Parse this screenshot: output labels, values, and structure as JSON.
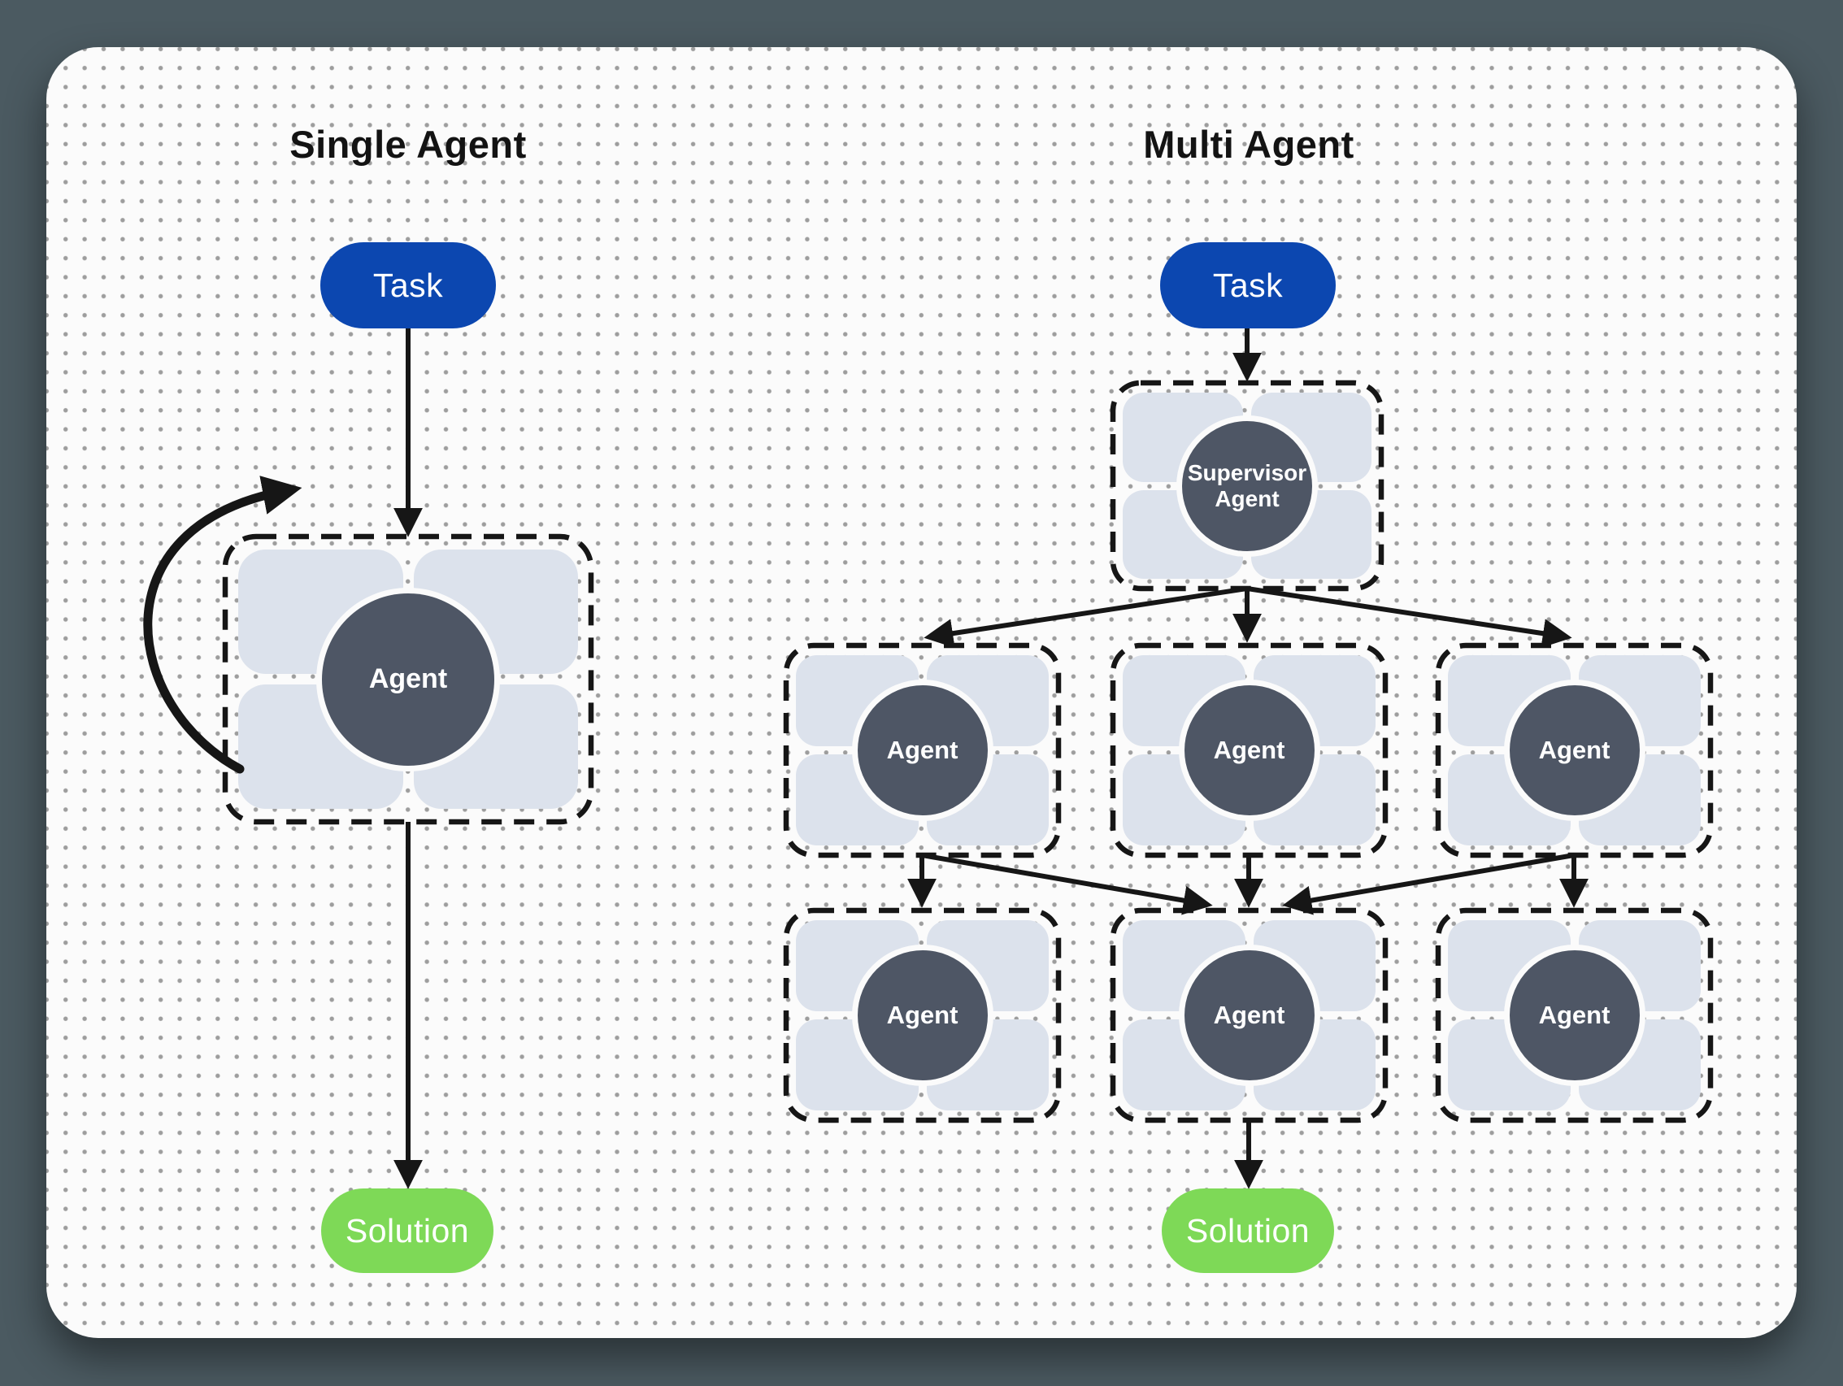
{
  "single": {
    "title": "Single Agent",
    "task_label": "Task",
    "agent_label": "Agent",
    "solution_label": "Solution"
  },
  "multi": {
    "title": "Multi Agent",
    "task_label": "Task",
    "supervisor_label": "Supervisor\nAgent",
    "row1_agents": [
      "Agent",
      "Agent",
      "Agent"
    ],
    "row2_agents": [
      "Agent",
      "Agent",
      "Agent"
    ],
    "solution_label": "Solution"
  },
  "colors": {
    "page_bg": "#4b5a61",
    "card_bg": "#fbfbfb",
    "dot": "#9d9d9d",
    "title_ink": "#131313",
    "dash": "#161616",
    "arrow": "#161616",
    "task_blue": "#0c47b0",
    "solution_green": "#7ed957",
    "node_slate": "#4e5665",
    "cell_gray": "#dce2ec"
  }
}
